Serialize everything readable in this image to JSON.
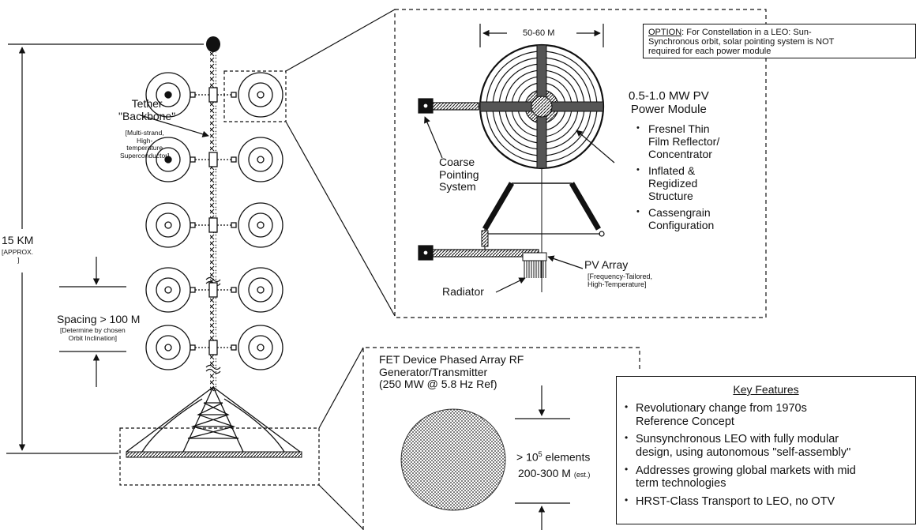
{
  "left": {
    "tether_title": [
      "Tether",
      "\"Backbone\""
    ],
    "tether_note": [
      "[Multi-strand,",
      "High-",
      "temperature",
      "Superconductor]"
    ],
    "height_label": "15 KM",
    "height_note": [
      "[APPROX.",
      "]"
    ],
    "spacing_label": "Spacing > 100 M",
    "spacing_note": [
      "[Determine by chosen",
      "Orbit Inclination]"
    ]
  },
  "option": {
    "label": "OPTION",
    "text_after": ": For Constellation in a LEO: Sun-",
    "lines": [
      "Synchronous orbit, solar pointing system is NOT",
      "required  for each power module"
    ]
  },
  "module": {
    "dimension": "50-60 M",
    "title": [
      "0.5-1.0 MW PV",
      "Power Module"
    ],
    "features": [
      [
        "Fresnel Thin",
        "Film Reflector/",
        "Concentrator"
      ],
      [
        "Inflated &",
        "Regidized",
        "Structure"
      ],
      [
        "Cassengrain",
        "Configuration"
      ]
    ],
    "coarse": [
      "Coarse",
      "Pointing",
      "System"
    ],
    "pv_array": "PV Array",
    "pv_note": [
      "[Frequency-Tailored,",
      "High-Temperature]"
    ],
    "radiator": "Radiator"
  },
  "transmitter": {
    "title": [
      "FET Device Phased Array RF",
      "Generator/Transmitter",
      "(250 MW @ 5.8 Hz Ref)"
    ],
    "elements_prefix": "> 10",
    "elements_exp": "5",
    "elements_suffix": " elements",
    "diameter": "200-300 M",
    "diameter_note": "(est.)"
  },
  "key_features": {
    "title": "Key Features",
    "items": [
      [
        "Revolutionary change from 1970s",
        "Reference Concept"
      ],
      [
        "Sunsynchronous LEO with fully modular",
        "design, using autonomous \"self-assembly\""
      ],
      [
        "Addresses growing global markets with mid",
        "term technologies"
      ],
      [
        "HRST-Class Transport to LEO, no OTV"
      ]
    ]
  }
}
